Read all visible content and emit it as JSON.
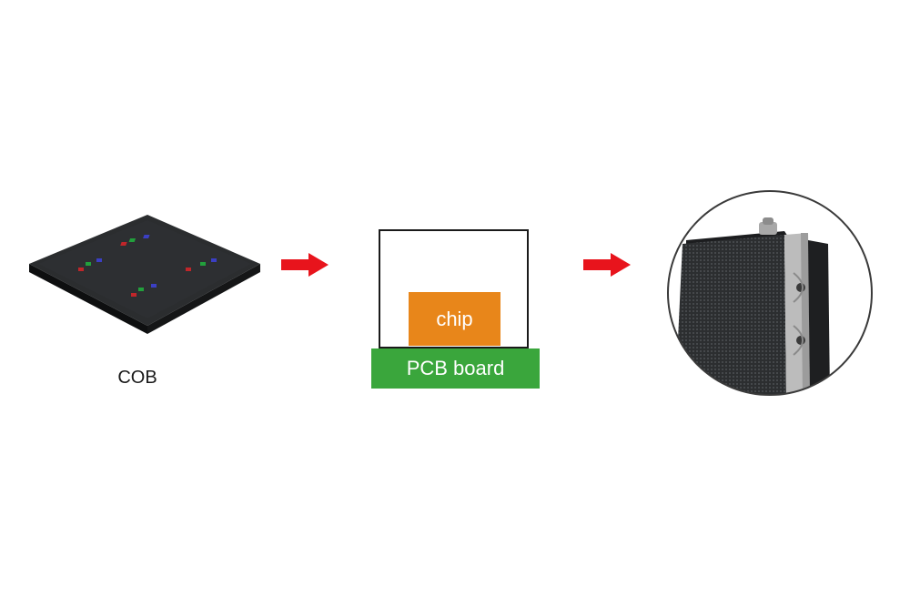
{
  "cob": {
    "label": "COB"
  },
  "cross_section": {
    "chip_label": "chip",
    "pcb_label": "PCB board"
  },
  "colors": {
    "arrow": "#e8141c",
    "chip": "#e8861a",
    "pcb": "#3aa63c",
    "tile_dark": "#2a2c2e",
    "frame": "#bcbcbc",
    "led_red": "#c0262a",
    "led_green": "#22a03c",
    "led_blue": "#3b3fc4"
  }
}
